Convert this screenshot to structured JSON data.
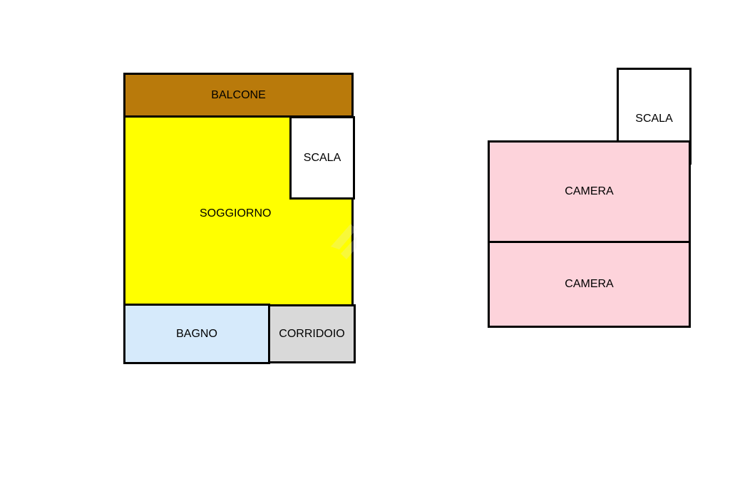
{
  "floor_plan": {
    "left_unit": {
      "balcone": "BALCONE",
      "soggiorno": "SOGGIORNO",
      "scala": "SCALA",
      "bagno": "BAGNO",
      "corridoio": "CORRIDOIO"
    },
    "right_unit": {
      "scala": "SCALA",
      "camera_1": "CAMERA",
      "camera_2": "CAMERA"
    },
    "colors": {
      "balcone": "#b97a0b",
      "soggiorno": "#ffff00",
      "bagno": "#d6eafb",
      "corridoio": "#d9d9d9",
      "camera": "#fdd3db",
      "scala": "#ffffff"
    }
  }
}
